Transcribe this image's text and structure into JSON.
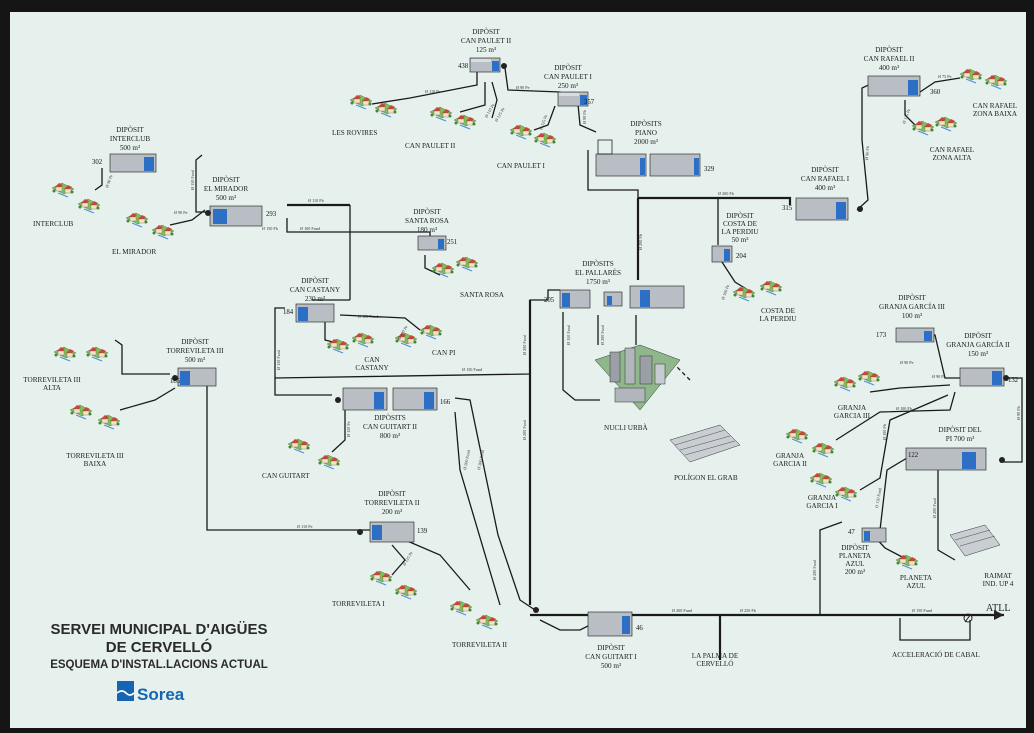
{
  "title": {
    "line1": "SERVEI MUNICIPAL D'AIGÜES",
    "line2": "DE CERVELLÓ",
    "line3": "ESQUEMA D'INSTAL.LACIONS ACTUAL",
    "brand": "Sorea"
  },
  "tanks": {
    "paulet2": {
      "lines": [
        "DIPÒSIT",
        "CAN PAULET II",
        "125 m³"
      ],
      "elev": "438"
    },
    "paulet1": {
      "lines": [
        "DIPÒSIT",
        "CAN PAULET I",
        "250 m³"
      ],
      "elev": "357"
    },
    "piano": {
      "lines": [
        "DIPÒSITS",
        "PIANO",
        "2000 m³"
      ],
      "elev": "329"
    },
    "rafael2": {
      "lines": [
        "DIPÒSIT",
        "CAN RAFAEL II",
        "400 m³"
      ],
      "elev": "360"
    },
    "rafael1": {
      "lines": [
        "DIPÒSIT",
        "CAN RAFAEL I",
        "400 m³"
      ],
      "elev": "315"
    },
    "interclub": {
      "lines": [
        "DIPÒSIT",
        "INTERCLUB",
        "500 m³"
      ],
      "elev": "302"
    },
    "mirador": {
      "lines": [
        "DIPÒSIT",
        "EL MIRADOR",
        "500 m³"
      ],
      "elev": "293"
    },
    "santarosa": {
      "lines": [
        "DIPÒSIT",
        "SANTA ROSA",
        "180 m³"
      ],
      "elev": "251"
    },
    "costa": {
      "lines": [
        "DIPÒSIT",
        "COSTA DE",
        "LA PERDIU",
        "50 m³"
      ],
      "elev": "204"
    },
    "castany": {
      "lines": [
        "DIPÒSIT",
        "CAN CASTANY",
        "230 m³"
      ],
      "elev": "184"
    },
    "pallares": {
      "lines": [
        "DIPÒSITS",
        "EL PALLARÈS",
        "1750 m³"
      ],
      "elev": "205"
    },
    "garcia3": {
      "lines": [
        "DIPÒSIT",
        "GRANJA GARCÍA III",
        "100 m³"
      ],
      "elev": "173"
    },
    "garcia2": {
      "lines": [
        "DIPÒSIT",
        "GRANJA GARCÍA II",
        "150 m³"
      ],
      "elev": "132"
    },
    "torre3": {
      "lines": [
        "DIPÒSIT",
        "TORREVILETA III",
        "500 m³"
      ],
      "elev": "185"
    },
    "guitart2": {
      "lines": [
        "DIPÒSITS",
        "CAN GUITART II",
        "800 m³"
      ],
      "elev": "166"
    },
    "pi": {
      "lines": [
        "DIPÒSIT DEL",
        "PI 700 m³"
      ],
      "elev": "122"
    },
    "torre2": {
      "lines": [
        "DIPÒSIT",
        "TORREVILETA II",
        "200 m³"
      ],
      "elev": "139"
    },
    "planeta": {
      "lines": [
        "DIPÒSIT",
        "PLANETA",
        "AZUL",
        "200 m³"
      ],
      "elev": "47"
    },
    "guitart1": {
      "lines": [
        "DIPÒSIT",
        "CAN GUITART I",
        "500 m³"
      ],
      "elev": "46"
    }
  },
  "zones": {
    "rovires": "LES ROVIRES",
    "paulet2": "CAN PAULET II",
    "paulet1": "CAN PAULET I",
    "rafaelbaixa": [
      "CAN RAFAEL",
      "ZONA BAIXA"
    ],
    "rafaelalta": [
      "CAN RAFAEL",
      "ZONA ALTA"
    ],
    "interclub": "INTERCLUB",
    "mirador": "EL MIRADOR",
    "santarosa": "SANTA ROSA",
    "costa": [
      "COSTA DE",
      "LA PERDIU"
    ],
    "castany": [
      "CAN",
      "CASTANY"
    ],
    "canpi": "CAN PI",
    "torre3alta": [
      "TORREVILETA III",
      "ALTA"
    ],
    "torre3baixa": [
      "TORREVILETA III",
      "BAIXA"
    ],
    "nucli": "NUCLI URBÀ",
    "poligon": "POLÍGON EL GRAB",
    "garcia3": [
      "GRANJA",
      "GARCIA III"
    ],
    "garcia2": [
      "GRANJA",
      "GARCIA II"
    ],
    "garcia1": [
      "GRANJA",
      "GARCIA I"
    ],
    "canguitart": "CAN GUITART",
    "torre1": "TORREVILETA I",
    "torre2": "TORREVILETA II",
    "planeta": [
      "PLANETA",
      "AZUL"
    ],
    "raimat": [
      "RAIMAT",
      "IND. UP 4"
    ],
    "palma": [
      "LA PALMA DE",
      "CERVELLÓ"
    ],
    "acceleracio": "ACCELERACIÓ DE CABAL",
    "atll": "ATLL"
  },
  "pipes": {
    "p1": "Ø 110 Pe",
    "p2": "Ø 90 Pe",
    "p3": "Ø 110 Pe",
    "p4": "Ø 125 Pe",
    "p5": "Ø 125 Pe",
    "p6": "Ø 200 Fb",
    "p7": "Ø 90 Fb",
    "p8": "Ø 75 Pe",
    "p9": "Ø 125 Pe",
    "p10": "Ø 90 Fb",
    "p11": "Ø 110 Fb",
    "p12": "Ø 150 Fb",
    "p13": "Ø 100 Fund",
    "p14": "Ø 90 Pe",
    "p15": "Ø 90 Pe",
    "p16": "Ø 200 Fb",
    "p17": "Ø 150 Fund",
    "p18": "Ø 150 Fund",
    "p19": "Ø 100 Pe",
    "p20": "Ø 200 Fund",
    "p21": "Ø 200 Fund",
    "p22": "Ø 150 Fund",
    "p23": "Ø 100 Pe",
    "p24": "Ø 90 Pe",
    "p25": "Ø 90 Fb",
    "p26": "Ø 100 Fb",
    "p27": "Ø 100 Fb",
    "p28": "Ø 90 Pe",
    "p29": "Ø 200 Fund",
    "p30": "Ø 200 Fund",
    "p31": "Ø 150 Fund",
    "p32": "Ø 200 Fund",
    "p33": "Ø 250 Fb",
    "p34": "Ø 150 Fund",
    "p35": "Ø 110 Pe",
    "p36": "Ø 125 Pe",
    "p37": "Ø 200 Fund",
    "p38": "Ø 200 Fund",
    "p39": "Ø 150 Fund",
    "p40": "Ø 150 Pe",
    "p41": "Ø 150 Fund",
    "p42": "Ø 200 Fund"
  },
  "colors": {
    "background": "#e6f1ed",
    "tank": "#b8bec4",
    "water": "#2d6fc4",
    "pipe": "#1a1a1a",
    "brand": "#1565b4"
  }
}
